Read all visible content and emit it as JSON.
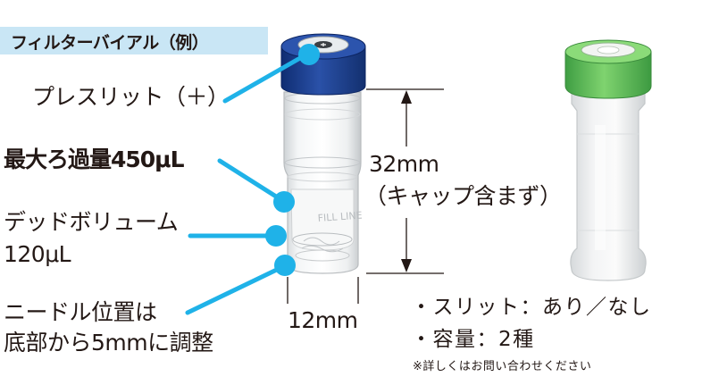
{
  "title": "フィルターバイアル（例）",
  "labels": {
    "preslit": "プレスリット（＋）",
    "max_volume": "最大ろ過量450μL",
    "dead_volume_line1": "デッドボリューム",
    "dead_volume_line2": "120μL",
    "needle_line1": "ニードル位置は",
    "needle_line2": "底部から5mmに調整",
    "height_value": "32mm",
    "height_note": "（キャップ含まず）",
    "width_value": "12mm",
    "vial_print": "FILL LINE"
  },
  "specs": {
    "slit": "・スリット：あり／なし",
    "capacity": "・容量：2種",
    "note": "※詳しくはお問い合わせください"
  },
  "colors": {
    "accent": "#1fb2e8",
    "banner": "#c9e6f5",
    "cap_blue": "#1e3f8f",
    "cap_green": "#5dbf5a",
    "text": "#231815"
  }
}
